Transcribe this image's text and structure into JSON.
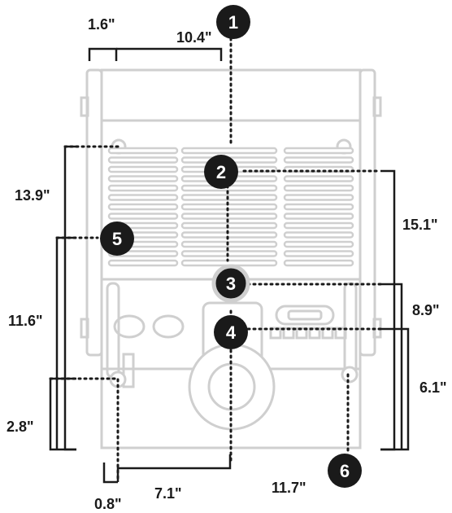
{
  "diagram": {
    "dimensions": [
      {
        "id": "d1",
        "text": "1.6\""
      },
      {
        "id": "d2",
        "text": "10.4\""
      },
      {
        "id": "d3",
        "text": "13.9\""
      },
      {
        "id": "d4",
        "text": "15.1\""
      },
      {
        "id": "d5",
        "text": "11.6\""
      },
      {
        "id": "d6",
        "text": "8.9\""
      },
      {
        "id": "d7",
        "text": "6.1\""
      },
      {
        "id": "d8",
        "text": "2.8\""
      },
      {
        "id": "d9",
        "text": "0.8\""
      },
      {
        "id": "d10",
        "text": "7.1\""
      },
      {
        "id": "d11",
        "text": "11.7\""
      }
    ],
    "markers": [
      {
        "id": "m1",
        "text": "1"
      },
      {
        "id": "m2",
        "text": "2"
      },
      {
        "id": "m3",
        "text": "3"
      },
      {
        "id": "m4",
        "text": "4"
      },
      {
        "id": "m5",
        "text": "5"
      },
      {
        "id": "m6",
        "text": "6"
      }
    ],
    "colors": {
      "ink": "#1a1a1a",
      "ghost": "#cfcfcf",
      "marker": "#1a1a1a"
    }
  }
}
